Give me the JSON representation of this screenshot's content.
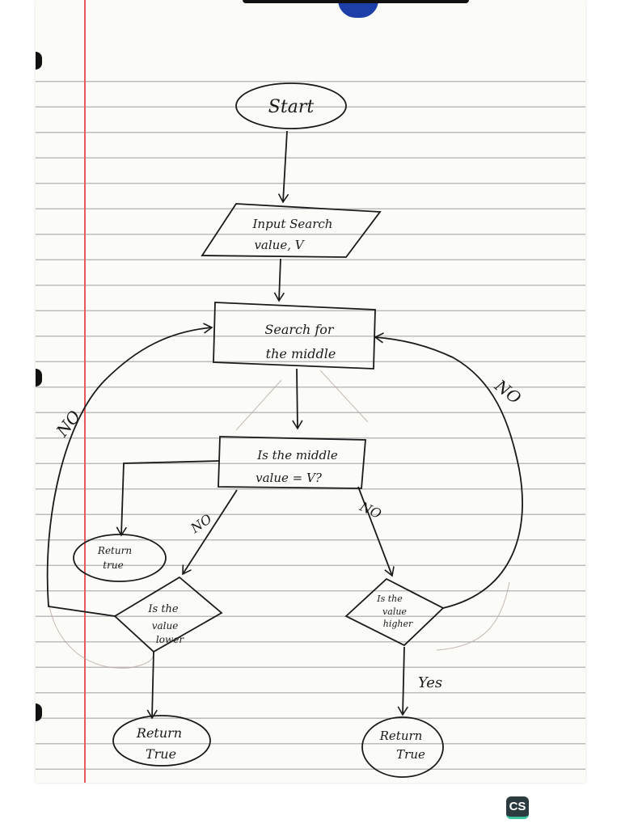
{
  "nodes": {
    "start": "Start",
    "input": [
      "Input Search",
      "value, V"
    ],
    "search": [
      "Search for",
      "the middle"
    ],
    "is_middle": [
      "Is the middle",
      "value = V?"
    ],
    "return_true_small": [
      "Return",
      "true"
    ],
    "is_lower": [
      "Is the",
      "value",
      "lower"
    ],
    "is_higher": [
      "Is the",
      "value",
      "higher"
    ],
    "return_true_left": [
      "Return",
      "True"
    ],
    "return_true_right": [
      "Return",
      "True"
    ]
  },
  "edge_labels": {
    "no_left_loop": "NO",
    "no_right_loop": "NO",
    "no_left": "NO",
    "no_right": "NO",
    "yes_right": "Yes"
  },
  "app_badge": "CS"
}
